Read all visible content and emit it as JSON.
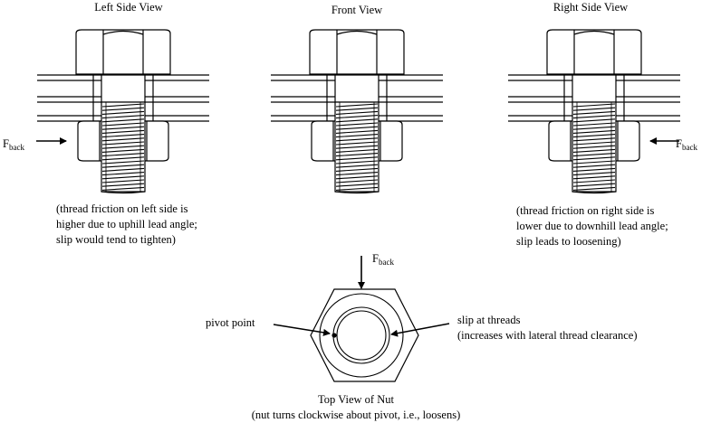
{
  "views": {
    "left": {
      "title": "Left Side View",
      "force_label": "F",
      "force_subscript": "back",
      "caption": [
        "(thread friction on left side is",
        "higher due to uphill lead angle;",
        "slip would tend to tighten)"
      ]
    },
    "front": {
      "title": "Front View"
    },
    "right": {
      "title": "Right Side View",
      "force_label": "F",
      "force_subscript": "back",
      "caption": [
        "(thread friction on right side is",
        "lower due to downhill lead angle;",
        "slip leads to loosening)"
      ]
    }
  },
  "top_view": {
    "force_label": "F",
    "force_subscript": "back",
    "pivot_label": "pivot point",
    "slip_label": "slip at threads",
    "slip_note": "(increases with lateral thread clearance)",
    "title": "Top View of Nut",
    "caption": "(nut turns clockwise about pivot, i.e., loosens)"
  }
}
